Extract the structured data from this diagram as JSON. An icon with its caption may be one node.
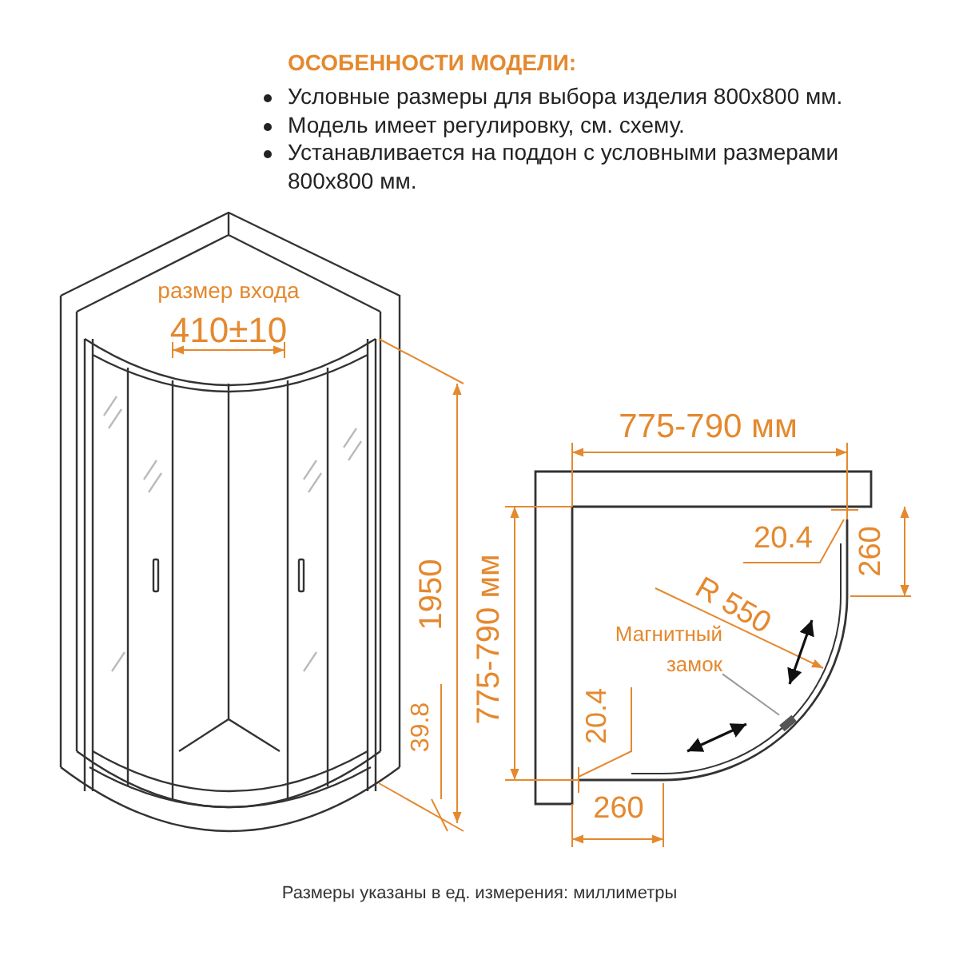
{
  "diagram": {
    "title": "ОСОБЕННОСТИ МОДЕЛИ:",
    "caption": "Размеры указаны в ед. измерения: миллиметры",
    "nodes": [
      {
        "text": [
          "Магнитный замок"
        ]
      },
      {
        "text": [],
        "shape": "bar"
      }
    ],
    "edges": [
      {
        "from": 0,
        "to": 1,
        "arrow": "none"
      }
    ],
    "labels": [
      "Условные размеры для выбора изделия 800х800 мм.",
      "Модель имеет регулировку, см. схему.",
      "Устанавливается на поддон с условными размерами 800х800 мм.",
      "размер входа",
      "410±10",
      "1950",
      "39.8",
      "775-790 мм",
      "775-790 мм",
      "20.4",
      "260",
      "R 550",
      "20.4",
      "260"
    ]
  }
}
